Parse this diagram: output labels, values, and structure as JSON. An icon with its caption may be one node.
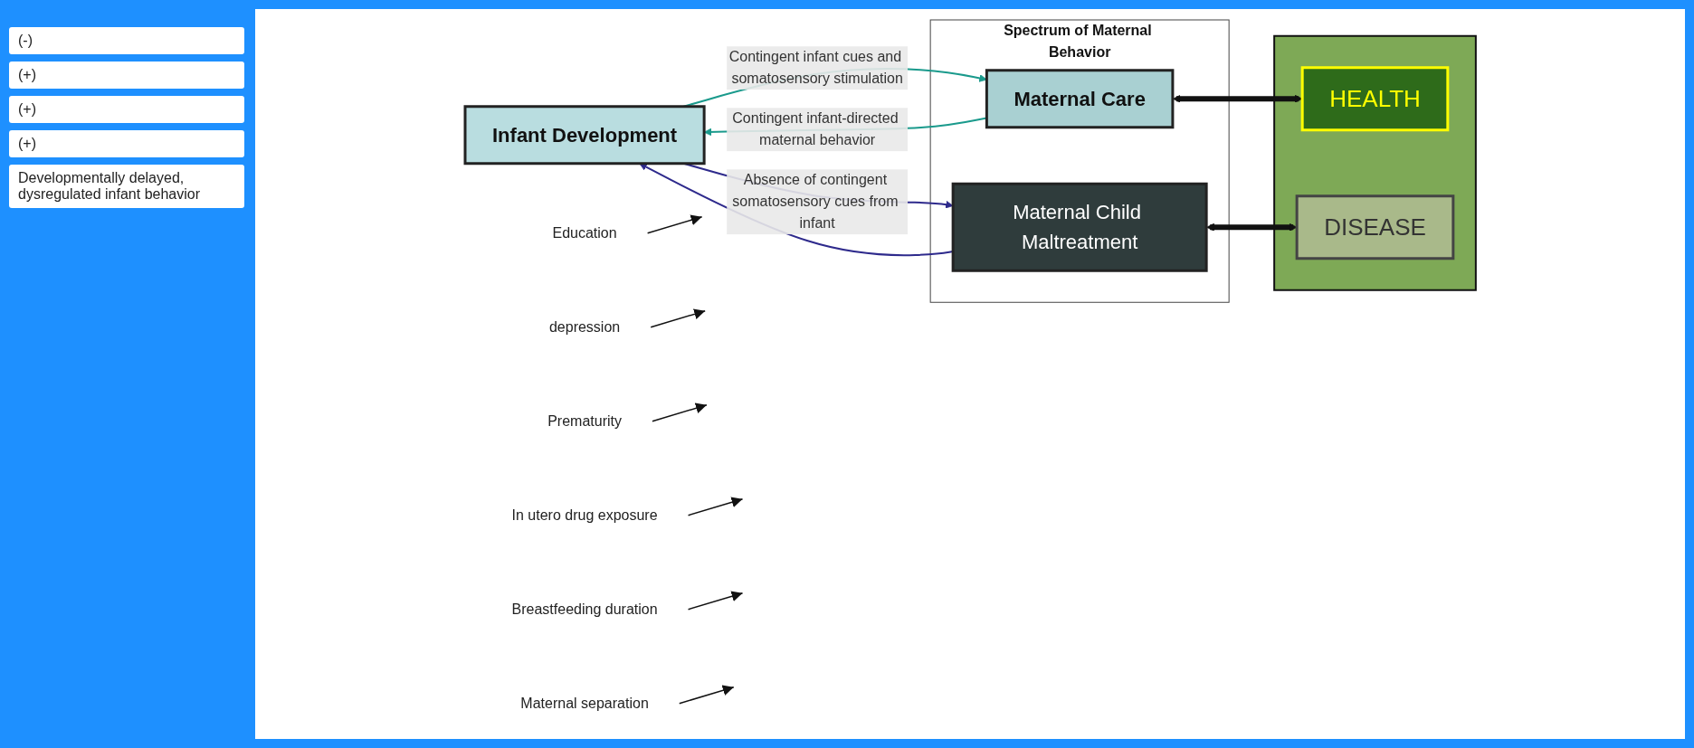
{
  "diagram": {
    "nodes": [
      {
        "text": [
          "Infant Development"
        ]
      },
      {
        "text": [
          "Spectrum of Maternal Behavior"
        ]
      },
      {
        "text": [
          "Maternal Care"
        ],
        "in": 1
      },
      {
        "text": [
          "Maternal Child Maltreatment"
        ],
        "in": 1
      },
      {
        "text": [
          "Education"
        ]
      },
      {
        "text": [
          "depression"
        ]
      },
      {
        "text": [
          "Prematurity"
        ]
      },
      {
        "text": [
          "In utero drug exposure"
        ]
      },
      {
        "text": [
          "Breastfeeding duration"
        ]
      },
      {
        "text": [
          "Maternal separation"
        ]
      },
      {
        "text": [],
        "shape": "bar"
      },
      {
        "text": [
          "HEALTH"
        ],
        "in": 10
      },
      {
        "text": [
          "DISEASE"
        ],
        "in": 10
      }
    ],
    "edges": [
      {
        "from": 2,
        "to": 0,
        "arrow": "to",
        "label": "Contingent infant-directed maternal behavior",
        "color": "#1a9a8c"
      },
      {
        "from": 3,
        "to": 0,
        "arrow": "to",
        "color": "#2e2a8c"
      },
      {
        "from": 0,
        "to": 2,
        "arrow": "to",
        "label": "Contingent infant cues and somatosensory stimulation",
        "color": "#1a9a8c"
      },
      {
        "from": 0,
        "to": 3,
        "arrow": "to",
        "label": "Absence of contingent somatosensory cues from infant",
        "color": "#2e2a8c"
      },
      {
        "from": 4,
        "to": null,
        "arrow": "to"
      },
      {
        "from": 5,
        "to": null,
        "arrow": "to"
      },
      {
        "from": 6,
        "to": null,
        "arrow": "to"
      },
      {
        "from": 7,
        "to": null,
        "arrow": "to"
      },
      {
        "from": 8,
        "to": null,
        "arrow": "to"
      },
      {
        "from": 9,
        "to": null,
        "arrow": "to"
      },
      {
        "from": 2,
        "to": 11,
        "arrow": "both",
        "style": "thick"
      },
      {
        "from": 3,
        "to": 12,
        "arrow": "both",
        "style": "thick"
      }
    ],
    "labels": [
      "(-)",
      "(+)",
      "(+)",
      "(+)",
      "Developmentally delayed, dysregulated infant behavior"
    ]
  }
}
